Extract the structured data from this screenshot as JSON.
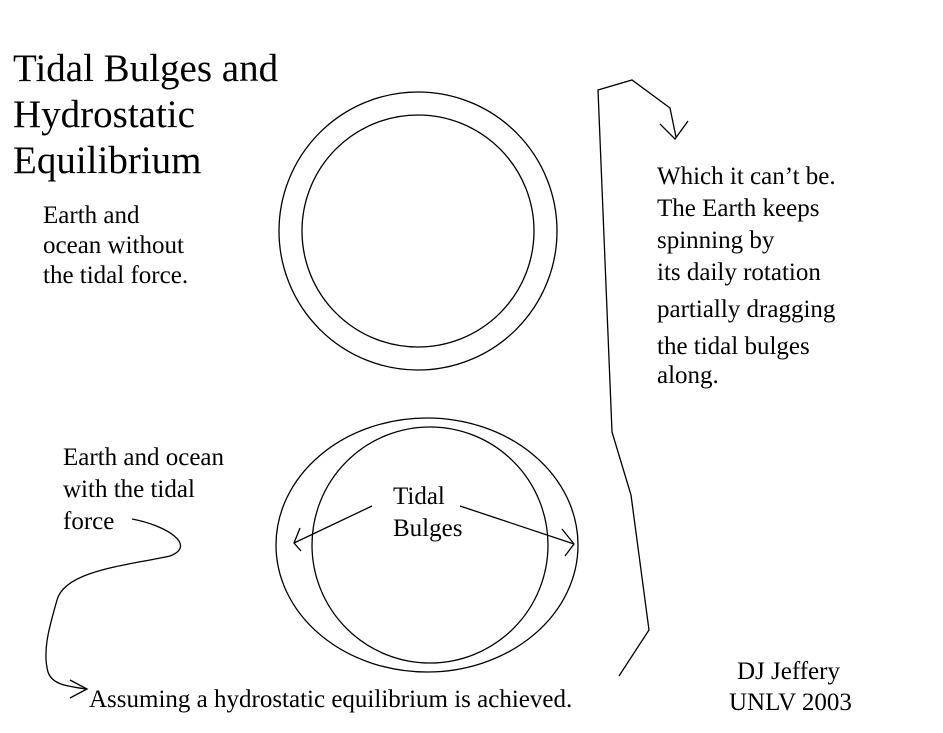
{
  "title_lines": [
    "Tidal Bulges and",
    "Hydrostatic",
    "Equilibrium"
  ],
  "label_no_tide": [
    "Earth and",
    "ocean without",
    "the tidal force."
  ],
  "label_with_tide": [
    "Earth and ocean",
    "with the tidal",
    "force"
  ],
  "label_bulges": [
    "Tidal",
    "Bulges"
  ],
  "label_rotation": [
    "Which it can’t be.",
    "The Earth keeps",
    "spinning by",
    "its daily rotation",
    "partially dragging",
    "the tidal bulges",
    "along."
  ],
  "label_assumption": "Assuming a hydrostatic equilibrium is achieved.",
  "credit": [
    "DJ Jeffery",
    "UNLV 2003"
  ],
  "colors": {
    "ink": "#000000",
    "background": "#ffffff"
  }
}
